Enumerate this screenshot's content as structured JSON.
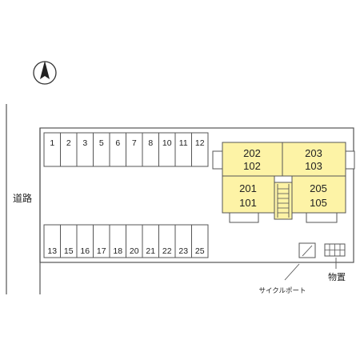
{
  "colors": {
    "building_fill": "#fdf3a6",
    "line": "#555555",
    "background": "#ffffff"
  },
  "icons": [
    "north-arrow-icon",
    "staircase-icon",
    "storage-shed-icon",
    "bicycle-port-icon"
  ],
  "labels": {
    "road": "道路",
    "cycle_port": "サイクルポート",
    "storage": "物置"
  },
  "parking_top": [
    "1",
    "2",
    "3",
    "5",
    "6",
    "7",
    "8",
    "10",
    "11",
    "12"
  ],
  "parking_bottom": [
    "13",
    "15",
    "16",
    "17",
    "18",
    "20",
    "21",
    "22",
    "23",
    "25"
  ],
  "building_units": {
    "top_left": [
      "202",
      "102"
    ],
    "top_right": [
      "203",
      "103"
    ],
    "bottom_left": [
      "201",
      "101"
    ],
    "bottom_right": [
      "205",
      "105"
    ]
  }
}
